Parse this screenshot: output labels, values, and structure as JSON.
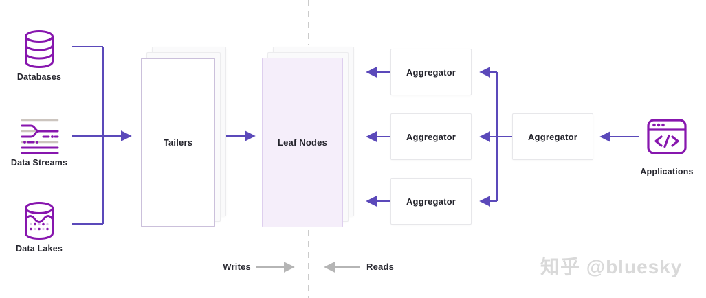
{
  "diagram": {
    "sources": [
      {
        "id": "databases",
        "label": "Databases",
        "icon": "database-icon"
      },
      {
        "id": "data-streams",
        "label": "Data Streams",
        "icon": "data-streams-icon"
      },
      {
        "id": "data-lakes",
        "label": "Data Lakes",
        "icon": "data-lake-icon"
      }
    ],
    "tailers": {
      "label": "Tailers"
    },
    "leaf_nodes": {
      "label": "Leaf Nodes"
    },
    "aggregators": {
      "left": [
        "Aggregator",
        "Aggregator",
        "Aggregator"
      ],
      "right": "Aggregator"
    },
    "applications": {
      "label": "Applications",
      "icon": "code-window-icon"
    },
    "flow_labels": {
      "writes": "Writes",
      "reads": "Reads"
    },
    "watermark": "知乎 @bluesky",
    "colors": {
      "icon_purple": "#8716ae",
      "arrow_purple": "#5b49ba",
      "leaf_fill": "#f5eefa",
      "divider_gray": "#cbcbcb",
      "flow_arrow_gray": "#b5b5b5"
    }
  }
}
